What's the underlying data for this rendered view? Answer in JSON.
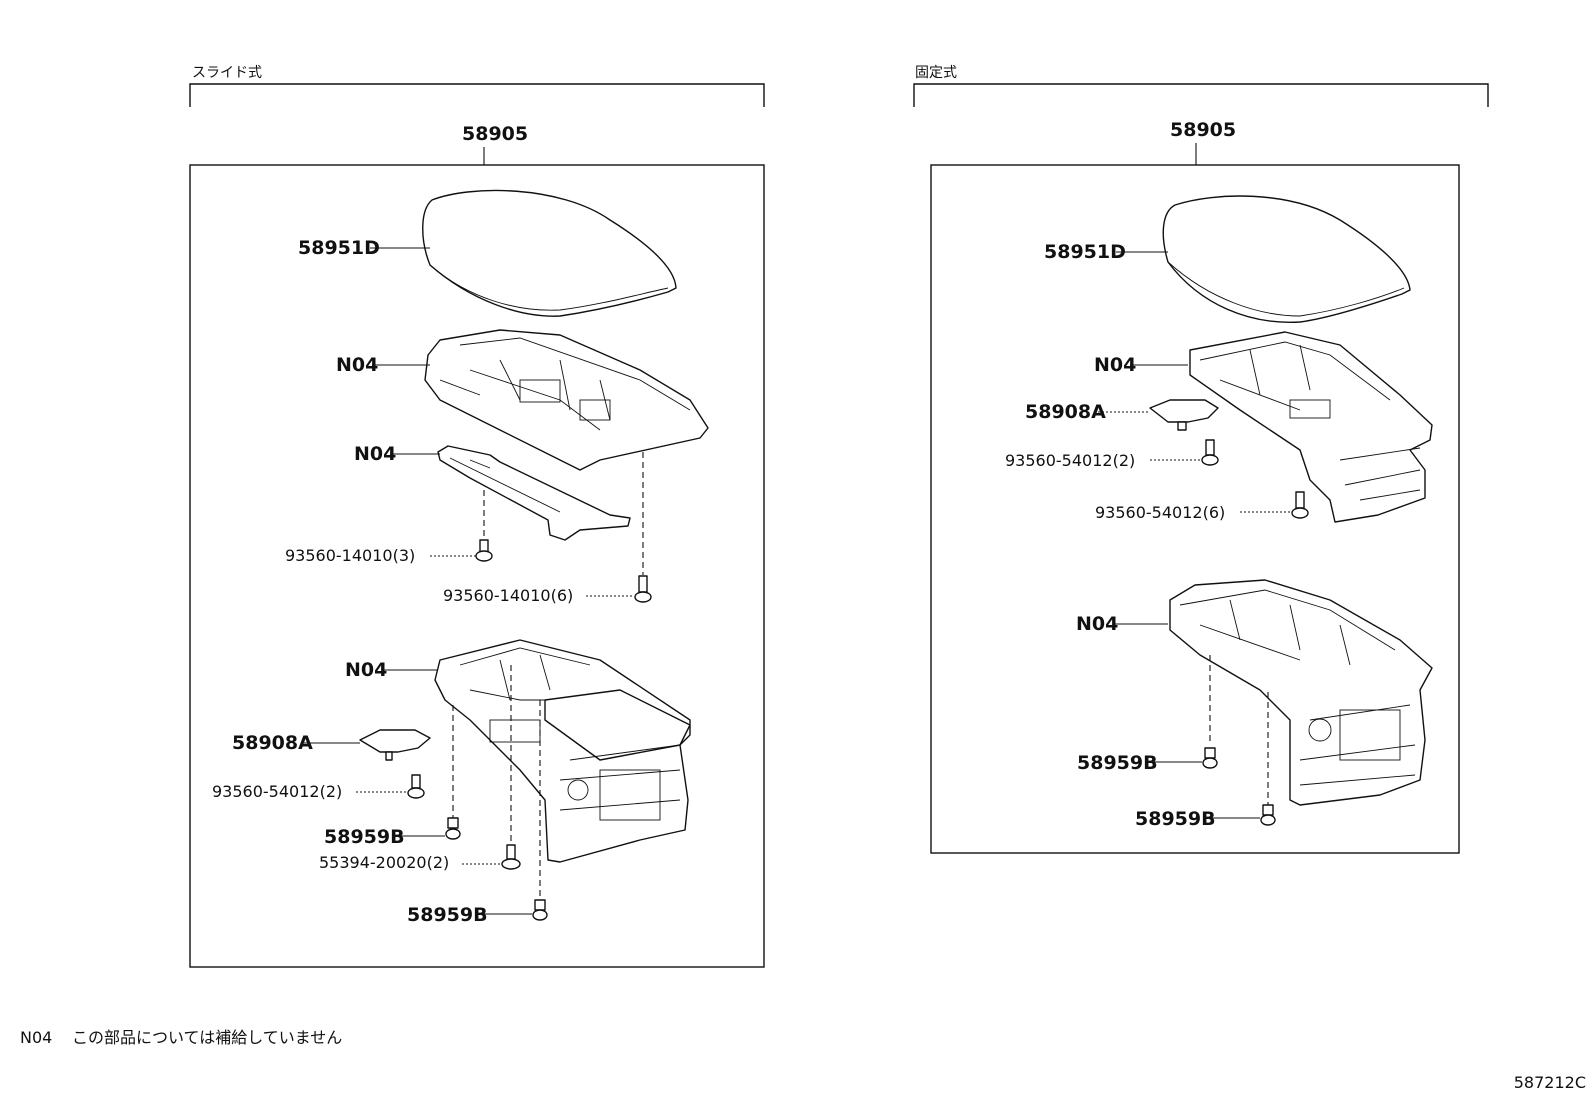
{
  "sections": {
    "left": {
      "title": "スライド式",
      "assembly": "58905"
    },
    "right": {
      "title": "固定式",
      "assembly": "58905"
    }
  },
  "labels": {
    "l_58951D": "58951D",
    "l_N04_a": "N04",
    "l_N04_b": "N04",
    "l_93560_14010_3": "93560-14010(3)",
    "l_93560_14010_6": "93560-14010(6)",
    "l_N04_c": "N04",
    "l_58908A": "58908A",
    "l_93560_54012_2": "93560-54012(2)",
    "l_58959B_a": "58959B",
    "l_55394_20020_2": "55394-20020(2)",
    "l_58959B_b": "58959B",
    "r_58951D": "58951D",
    "r_N04_a": "N04",
    "r_58908A": "58908A",
    "r_93560_54012_2": "93560-54012(2)",
    "r_93560_54012_6": "93560-54012(6)",
    "r_N04_b": "N04",
    "r_58959B_a": "58959B",
    "r_58959B_b": "58959B"
  },
  "footnote": {
    "code": "N04",
    "text": "この部品については補給していません"
  },
  "diagram_id": "587212C"
}
